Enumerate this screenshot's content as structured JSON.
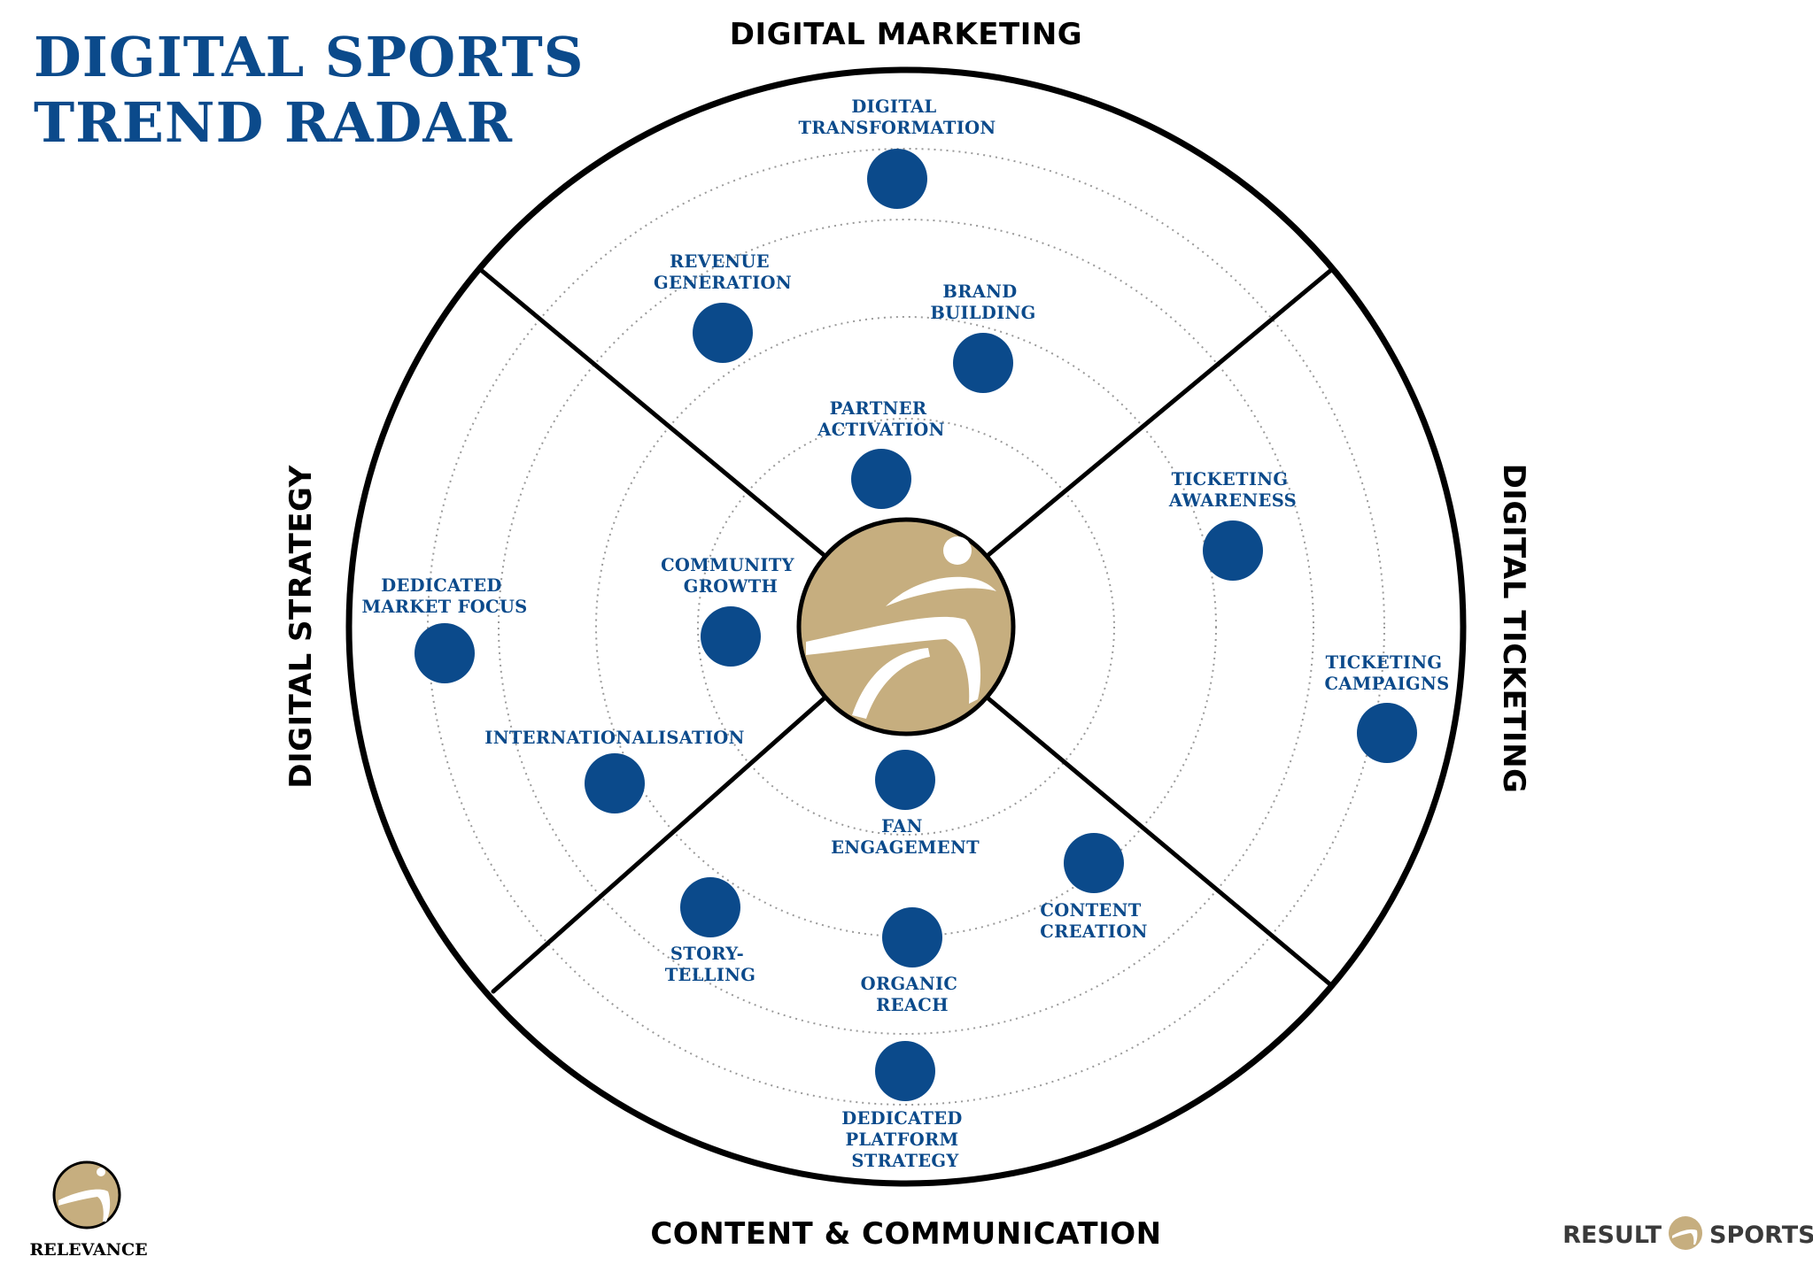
{
  "title": {
    "line1": "DIGITAL SPORTS",
    "line2": "TREND RADAR"
  },
  "quadrants": {
    "top": "DIGITAL MARKETING",
    "left": "DIGITAL STRATEGY",
    "right": "DIGITAL TICKETING",
    "bottom": "CONTENT & COMMUNICATION"
  },
  "trends": [
    {
      "id": "digital-transformation",
      "label_lines": [
        "DIGITAL",
        "TRANSFORMATION"
      ]
    },
    {
      "id": "revenue-generation",
      "label_lines": [
        "REVENUE",
        "GENERATION"
      ]
    },
    {
      "id": "brand-building",
      "label_lines": [
        "BRAND",
        "BUILDING"
      ]
    },
    {
      "id": "partner-activation",
      "label_lines": [
        "PARTNER",
        "ACTIVATION"
      ]
    },
    {
      "id": "community-growth",
      "label_lines": [
        "COMMUNITY",
        "GROWTH"
      ]
    },
    {
      "id": "dedicated-market-focus",
      "label_lines": [
        "DEDICATED",
        "MARKET FOCUS"
      ]
    },
    {
      "id": "internationalisation",
      "label_lines": [
        "INTERNATIONALISATION"
      ]
    },
    {
      "id": "ticketing-awareness",
      "label_lines": [
        "TICKETING",
        "AWARENESS"
      ]
    },
    {
      "id": "ticketing-campaigns",
      "label_lines": [
        "TICKETING",
        "CAMPAIGNS"
      ]
    },
    {
      "id": "fan-engagement",
      "label_lines": [
        "FAN",
        "ENGAGEMENT"
      ]
    },
    {
      "id": "content-creation",
      "label_lines": [
        "CONTENT",
        "CREATION"
      ]
    },
    {
      "id": "storytelling",
      "label_lines": [
        "STORY-",
        "TELLING"
      ]
    },
    {
      "id": "organic-reach",
      "label_lines": [
        "ORGANIC",
        "REACH"
      ]
    },
    {
      "id": "dedicated-platform-strategy",
      "label_lines": [
        "DEDICATED",
        "PLATFORM",
        "STRATEGY"
      ]
    }
  ],
  "legend": {
    "label": "RELEVANCE"
  },
  "brand": {
    "left": "RESULT",
    "right": "SPORTS"
  },
  "colors": {
    "navy": "#0b4a8b",
    "gold": "#c6ae7f",
    "black": "#000000"
  }
}
